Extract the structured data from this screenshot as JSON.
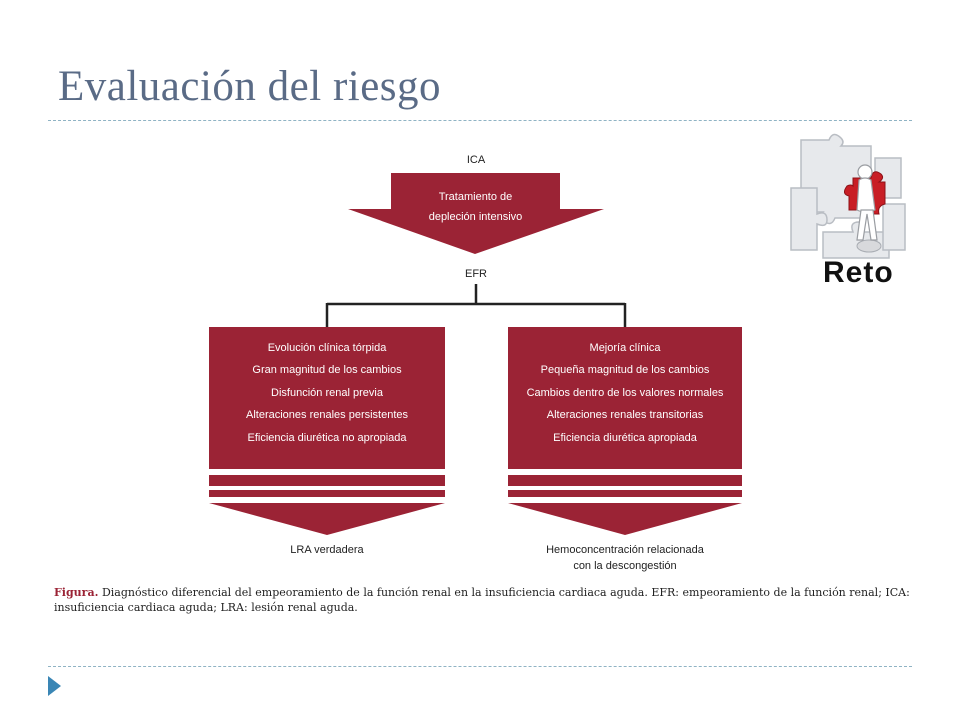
{
  "slide": {
    "title": "Evaluación del riesgo"
  },
  "colors": {
    "title": "#5a6b86",
    "accent_red": "#9b2335",
    "rule": "#8fb3c4",
    "nav_arrow": "#3a86b5"
  },
  "diagram": {
    "top_label": "ICA",
    "top_box": [
      "Tratamiento de",
      "depleción intensivo"
    ],
    "middle_label": "EFR",
    "left_box": [
      "Evolución clínica tórpida",
      "Gran magnitud de los cambios",
      "Disfunción renal previa",
      "Alteraciones renales persistentes",
      "Eficiencia diurética no apropiada"
    ],
    "right_box": [
      "Mejoría clínica",
      "Pequeña magnitud de los cambios",
      "Cambios dentro de los valores normales",
      "Alteraciones renales transitorias",
      "Eficiencia diurética apropiada"
    ],
    "left_outcome": "LRA verdadera",
    "right_outcome": [
      "Hemoconcentración relacionada",
      "con la descongestión"
    ]
  },
  "caption": {
    "label": "Figura.",
    "text": "Diagnóstico diferencial del empeoramiento de la función renal en la insuficiencia cardiaca aguda. EFR: empeoramiento de la función renal; ICA: insuficiencia cardiaca aguda; LRA: lesión renal aguda."
  },
  "badge": {
    "label": "Reto",
    "icon": "puzzle-figure-icon"
  }
}
